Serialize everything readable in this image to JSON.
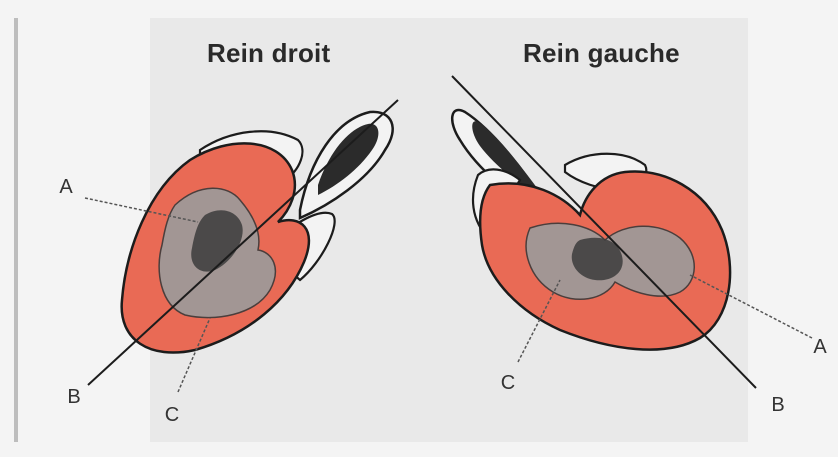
{
  "titles": {
    "right_kidney": "Rein droit",
    "left_kidney": "Rein gauche"
  },
  "labels": {
    "right_kidney": {
      "a": "A",
      "b": "B",
      "c": "C"
    },
    "left_kidney": {
      "a": "A",
      "b": "B",
      "c": "C"
    }
  },
  "colors": {
    "kidney_fill": "#e96a55",
    "outline": "#1c1c1c",
    "medulla": "#8a8a8a",
    "background": "#f4f4f4"
  }
}
